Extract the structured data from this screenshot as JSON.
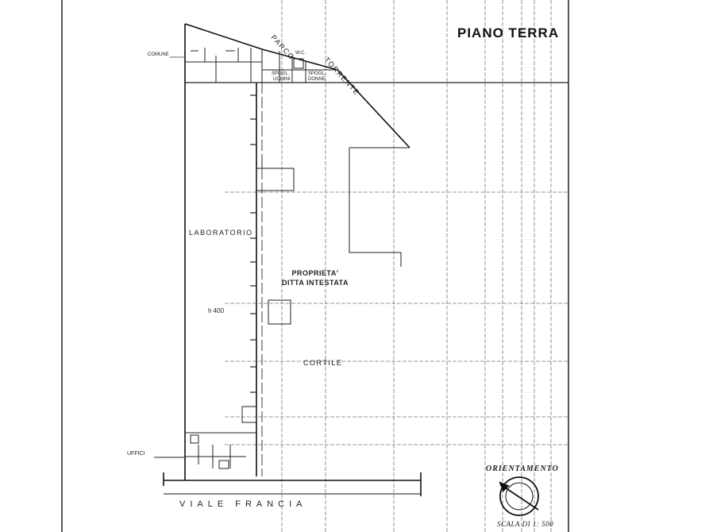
{
  "plan": {
    "title": "PIANO TERRA",
    "labels": {
      "comune": "COMUNE",
      "torrente": "TORRENTE",
      "parco": "PARCO",
      "wc": "W.C.",
      "spogl_1": "SPOGL.",
      "spogl_1b": "UOMINI",
      "spogl_2": "SPOGL.",
      "spogl_2b": "DONNE",
      "laboratorio": "LABORATORIO",
      "proprieta_1": "PROPRIETA'",
      "proprieta_2": "DITTA INTESTATA",
      "h_400": "h 400",
      "cortile": "CORTILE",
      "uffici": "UFFICI",
      "viale": "VIALE FRANCIA",
      "orientamento": "ORIENTAMENTO",
      "scala": "SCALA DI 1: 500"
    }
  }
}
